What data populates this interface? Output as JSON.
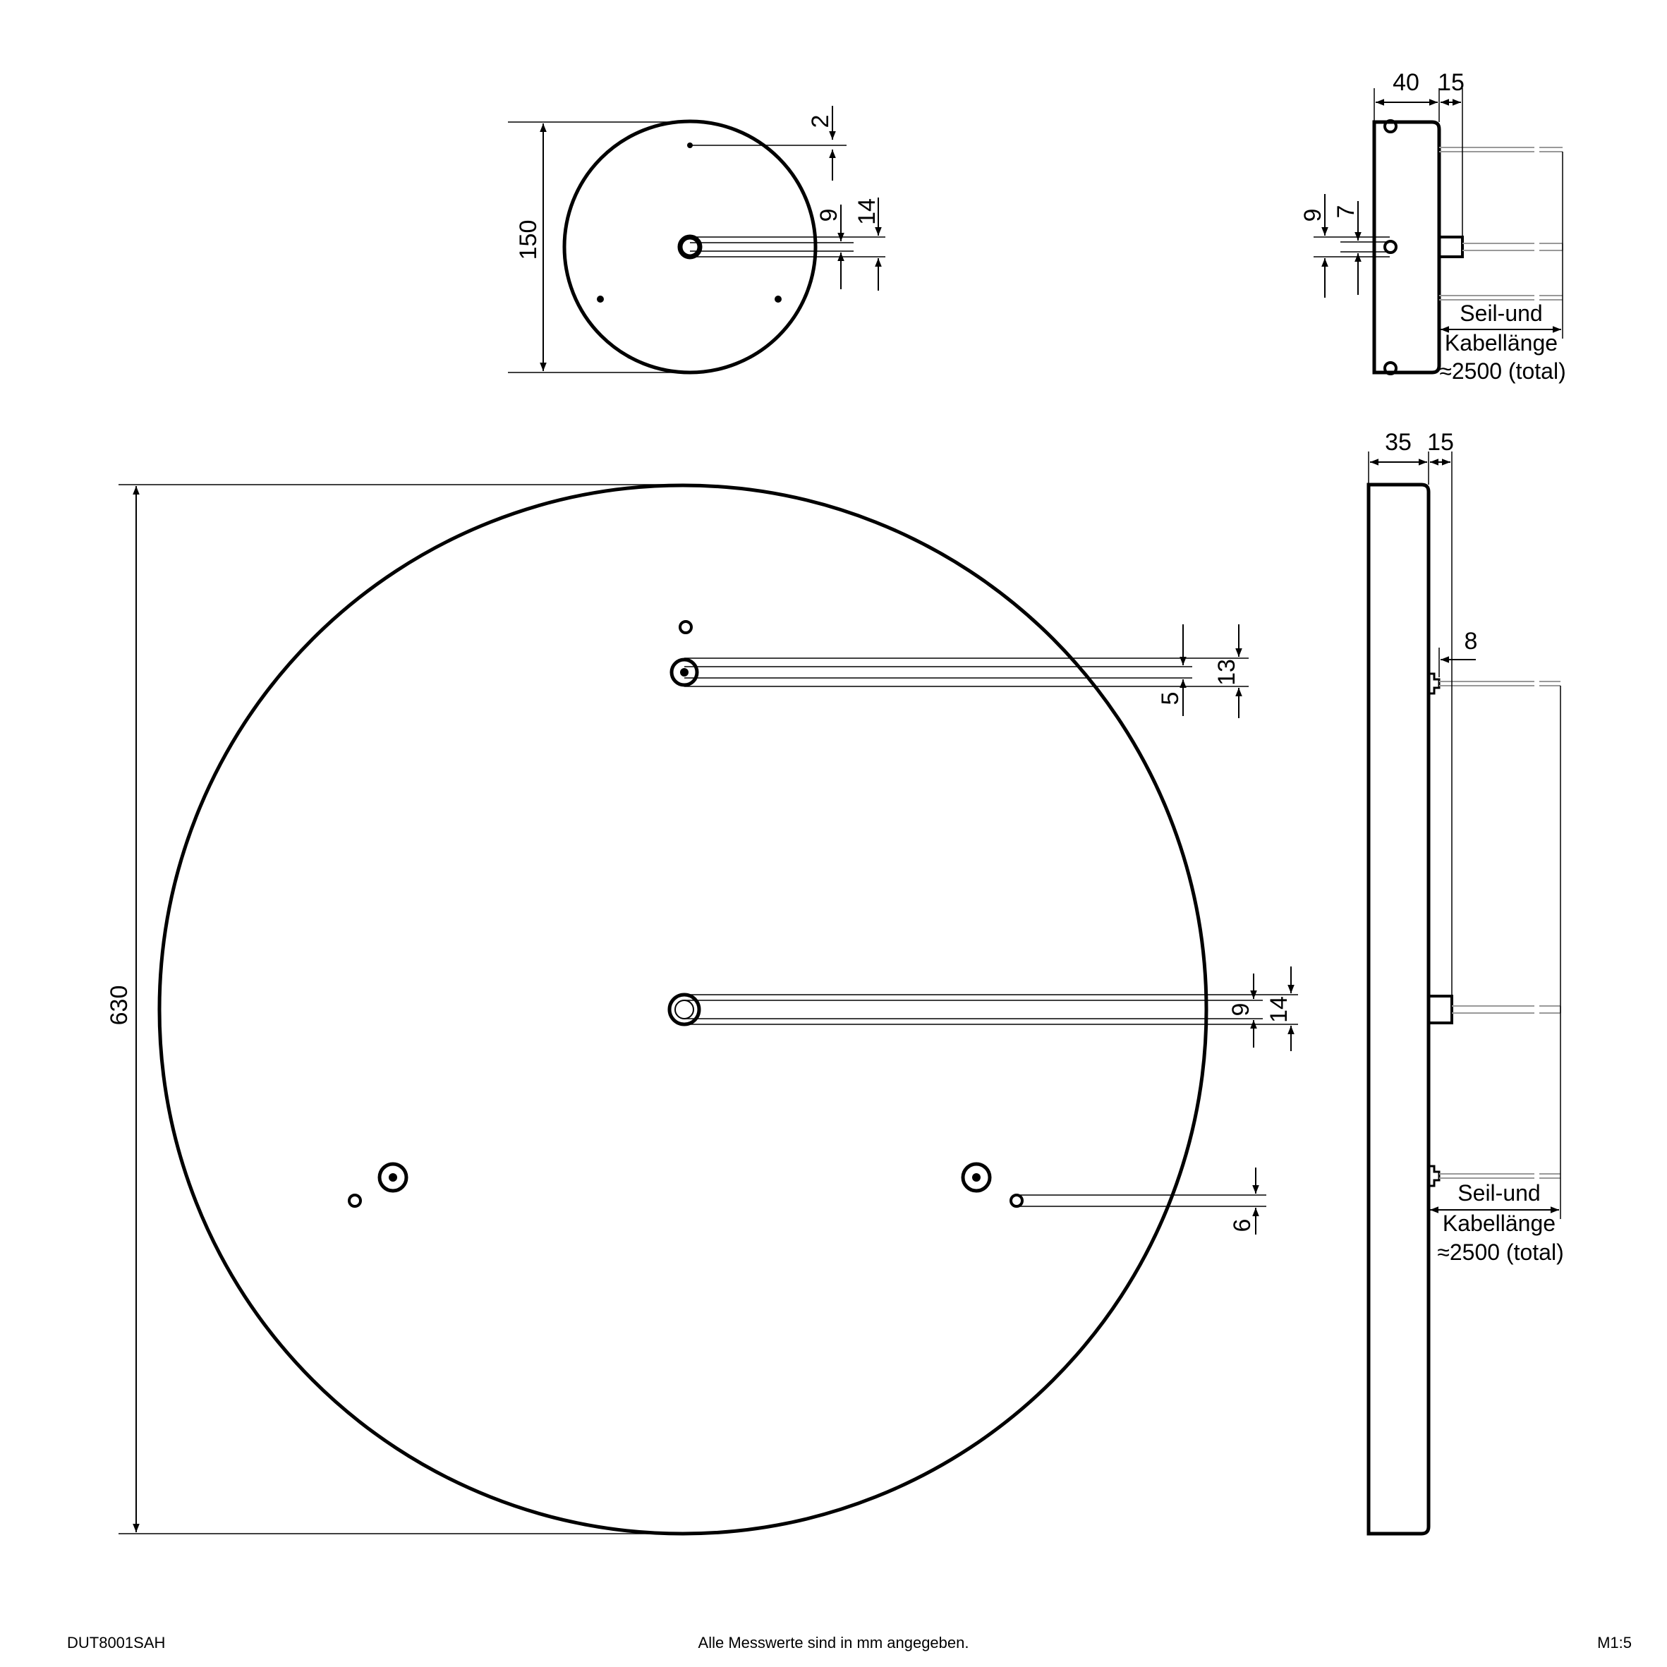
{
  "dimensions": {
    "small_diameter": "150",
    "small_top_offset": "2",
    "small_inner_hole": "9",
    "small_outer_hole": "14",
    "small_side_depth": "40",
    "small_side_stud": "15",
    "small_side_hole_outer": "9",
    "small_side_hole_inner": "7",
    "large_diameter": "630",
    "large_top_spacing": "13",
    "large_top_hole": "5",
    "large_center_inner": "9",
    "large_center_outer": "14",
    "large_small_hole": "6",
    "large_side_depth": "35",
    "large_side_stud": "15",
    "large_side_anchor": "8"
  },
  "cable_note": {
    "line1": "Seil-und",
    "line2": "Kabellänge",
    "line3": "≈2500 (total)"
  },
  "footer": {
    "article": "DUT8001SAH",
    "units_note": "Alle Messwerte sind in mm angegeben.",
    "scale": "M1:5"
  }
}
